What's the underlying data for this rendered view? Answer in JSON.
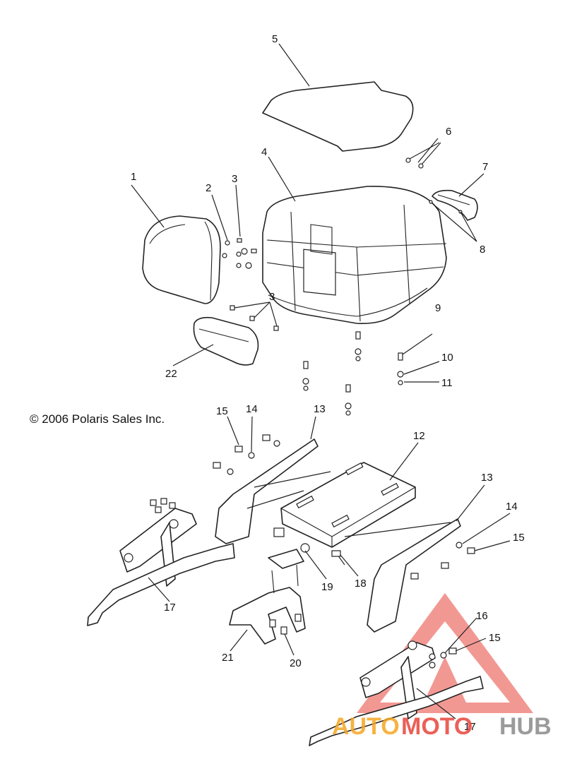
{
  "copyright": "© 2006 Polaris Sales Inc.",
  "callouts": [
    {
      "id": "c1",
      "label": "1"
    },
    {
      "id": "c2",
      "label": "2"
    },
    {
      "id": "c3a",
      "label": "3"
    },
    {
      "id": "c3b",
      "label": "3"
    },
    {
      "id": "c4",
      "label": "4"
    },
    {
      "id": "c5",
      "label": "5"
    },
    {
      "id": "c6",
      "label": "6"
    },
    {
      "id": "c7",
      "label": "7"
    },
    {
      "id": "c8",
      "label": "8"
    },
    {
      "id": "c9",
      "label": "9"
    },
    {
      "id": "c10",
      "label": "10"
    },
    {
      "id": "c11",
      "label": "11"
    },
    {
      "id": "c12",
      "label": "12"
    },
    {
      "id": "c13a",
      "label": "13"
    },
    {
      "id": "c13b",
      "label": "13"
    },
    {
      "id": "c14a",
      "label": "14"
    },
    {
      "id": "c14b",
      "label": "14"
    },
    {
      "id": "c15a",
      "label": "15"
    },
    {
      "id": "c15b",
      "label": "15"
    },
    {
      "id": "c15c",
      "label": "15"
    },
    {
      "id": "c16",
      "label": "16"
    },
    {
      "id": "c17a",
      "label": "17"
    },
    {
      "id": "c17b",
      "label": "17"
    },
    {
      "id": "c18",
      "label": "18"
    },
    {
      "id": "c19",
      "label": "19"
    },
    {
      "id": "c20",
      "label": "20"
    },
    {
      "id": "c21",
      "label": "21"
    },
    {
      "id": "c22",
      "label": "22"
    }
  ],
  "watermark": {
    "part1": "AUTO",
    "part2": "MOTO",
    "part3": "HUB",
    "color_orange": "#f5a623",
    "color_red": "#e8453c",
    "color_grey": "#8a8a8a"
  }
}
